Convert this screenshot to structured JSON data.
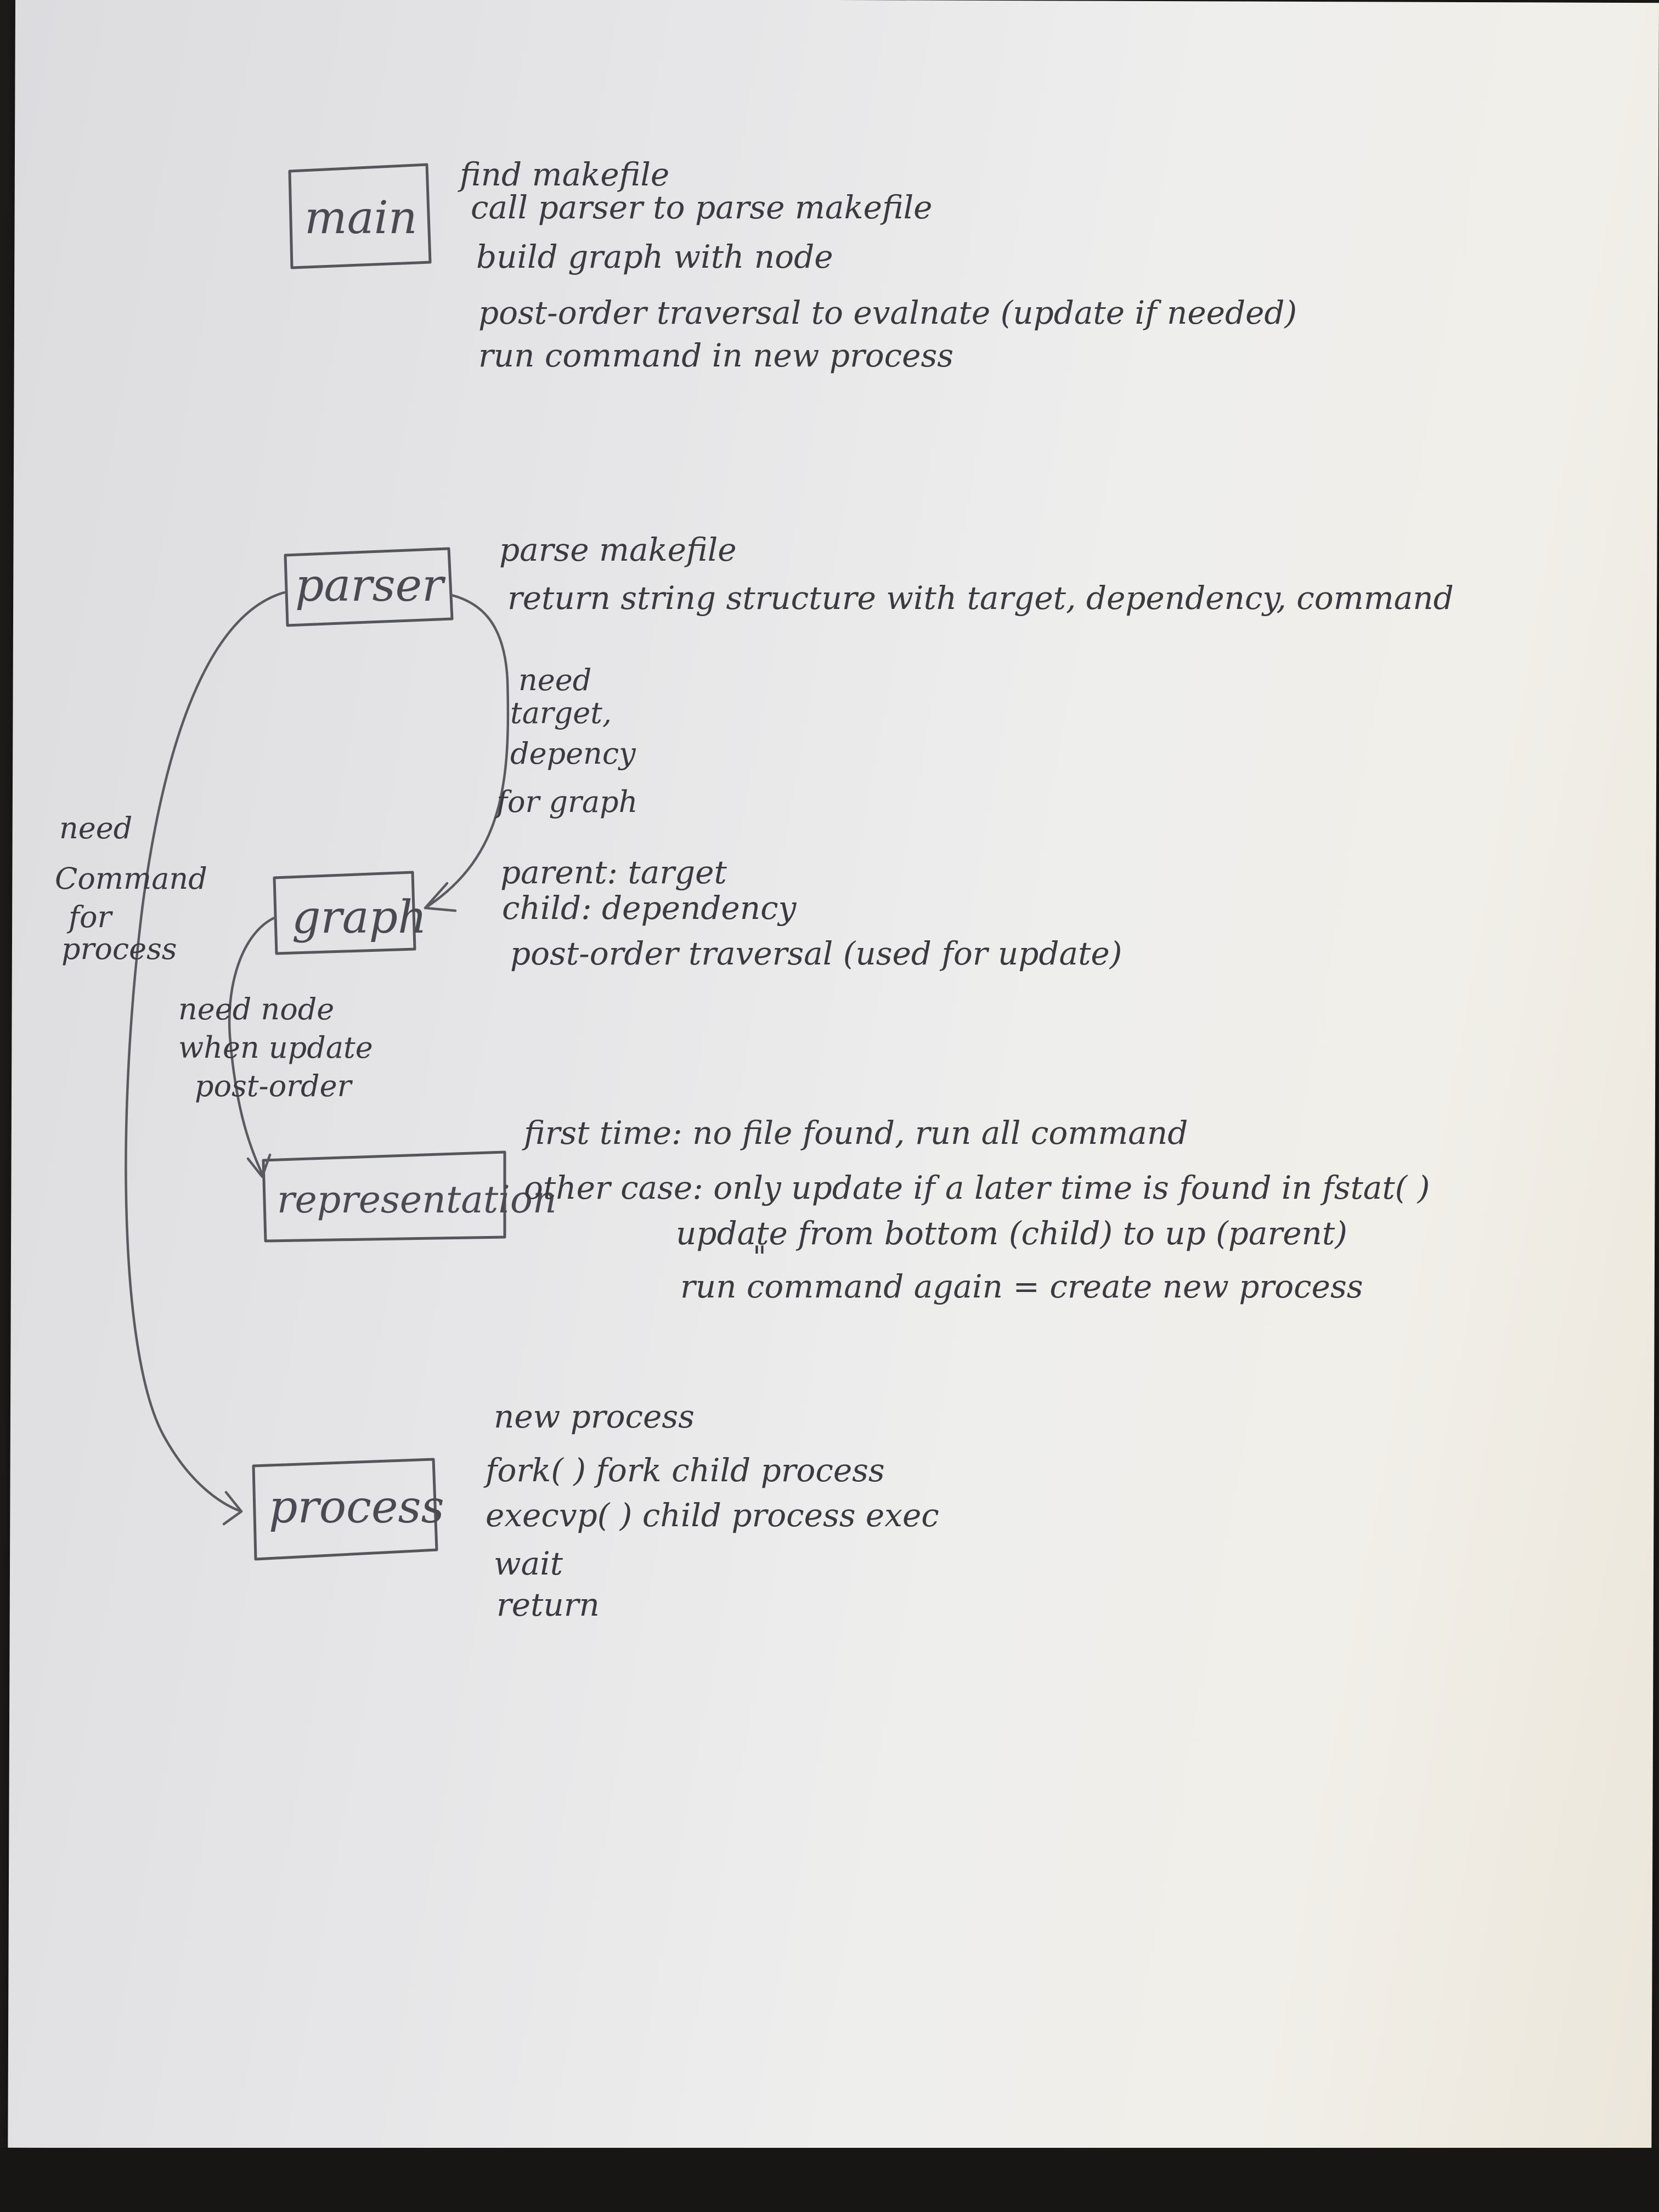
{
  "components": {
    "main": {
      "label": "main",
      "notes": [
        "find makefile",
        "call parser to parse makefile",
        "build graph with node",
        "post-order traversal to evalnate (update if needed)",
        "run command in new process"
      ]
    },
    "parser": {
      "label": "parser",
      "notes": [
        "parse makefile",
        "return string structure with target, dependency, command"
      ]
    },
    "graph": {
      "label": "graph",
      "notes": [
        "parent: target",
        "child: dependency",
        "post-order traversal (used for update)"
      ]
    },
    "representation": {
      "label": "representation",
      "notes": [
        "first time: no file found, run all command",
        "other case: only update if a later time is found in fstat( )",
        "update from bottom (child) to up (parent)",
        "run command again = create new process"
      ],
      "ditto": "\""
    },
    "process": {
      "label": "process",
      "notes": [
        "new process",
        "fork( ) fork child process",
        "execvp( ) child process exec",
        "wait",
        "return"
      ]
    }
  },
  "edges": {
    "parser_to_graph": [
      "need",
      "target,",
      "depency",
      "for graph"
    ],
    "parser_to_process": [
      "need",
      "Command",
      "for",
      "process"
    ],
    "graph_to_representation": [
      "need node",
      "when update",
      "post-order"
    ]
  }
}
